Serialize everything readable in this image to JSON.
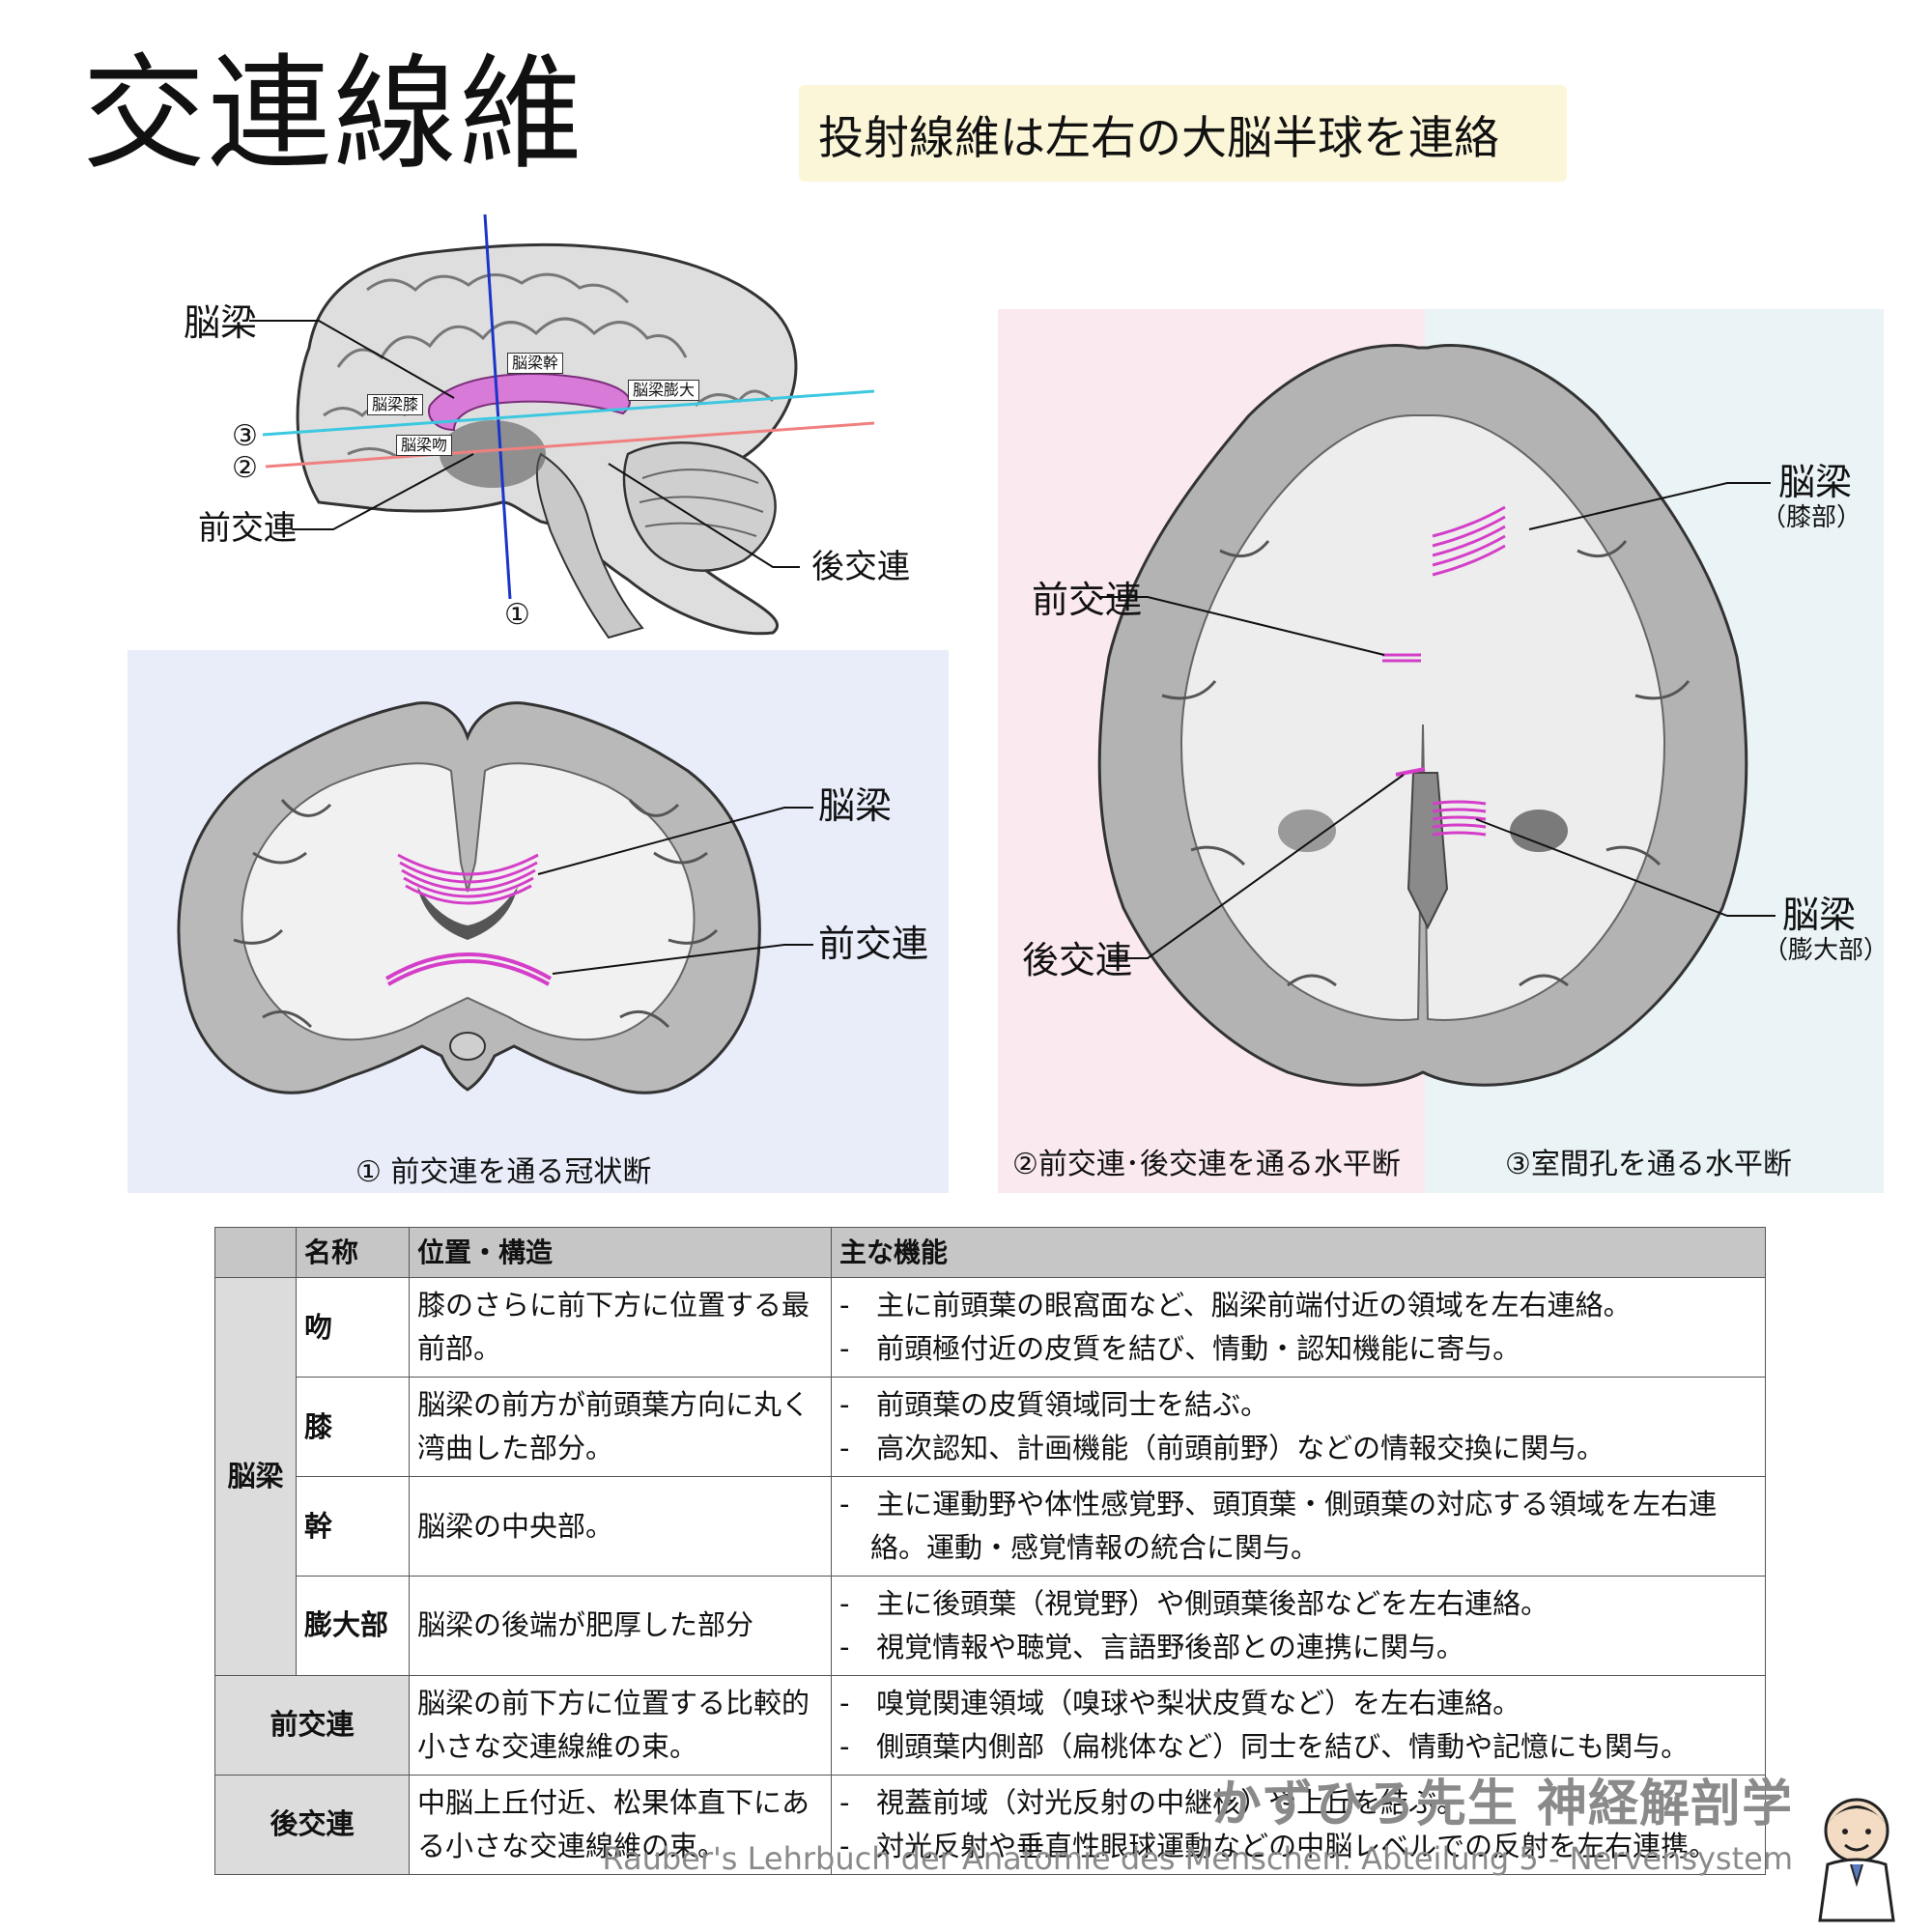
{
  "title": "交連線維",
  "subtitle": "投射線維は左右の大脳半球を連絡",
  "sagittal": {
    "labels": {
      "corpus_callosum": "脳梁",
      "trunk": "脳梁幹",
      "genu": "脳梁膝",
      "splenium": "脳梁膨大",
      "rostrum": "脳梁吻",
      "anterior_commissure": "前交連",
      "posterior_commissure": "後交連",
      "line1": "①",
      "line2": "②",
      "line3": "③"
    },
    "colors": {
      "line1": "#1b35c8",
      "line2": "#f08080",
      "line3": "#3cc8e0",
      "callosum": "#d77ad8"
    }
  },
  "coronal": {
    "caption": "① 前交連を通る冠状断",
    "labels": {
      "corpus_callosum": "脳梁",
      "anterior_commissure": "前交連"
    },
    "bg_color": "#e9edf9"
  },
  "horizontal": {
    "caption_left": "②前交連･後交連を通る水平断",
    "caption_right": "③室間孔を通る水平断",
    "labels": {
      "anterior_commissure": "前交連",
      "posterior_commissure": "後交連",
      "callosum_genu": "脳梁",
      "callosum_genu_sub": "（膝部）",
      "callosum_splenium": "脳梁",
      "callosum_splenium_sub": "（膨大部）"
    },
    "bg_left": "#fae9ef",
    "bg_right": "#eaf4f6"
  },
  "table": {
    "headers": [
      "",
      "名称",
      "位置・構造",
      "主な機能"
    ],
    "group_corpus": "脳梁",
    "rows": [
      {
        "name": "吻",
        "position": "膝のさらに前下方に位置する最前部。",
        "functions": [
          "主に前頭葉の眼窩面など、脳梁前端付近の領域を左右連絡。",
          "前頭極付近の皮質を結び、情動・認知機能に寄与。"
        ]
      },
      {
        "name": "膝",
        "position": "脳梁の前方が前頭葉方向に丸く湾曲した部分。",
        "functions": [
          "前頭葉の皮質領域同士を結ぶ。",
          "高次認知、計画機能（前頭前野）などの情報交換に関与。"
        ]
      },
      {
        "name": "幹",
        "position": "脳梁の中央部。",
        "functions": [
          "主に運動野や体性感覚野、頭頂葉・側頭葉の対応する領域を左右連絡。運動・感覚情報の統合に関与。"
        ]
      },
      {
        "name": "膨大部",
        "position": "脳梁の後端が肥厚した部分",
        "functions": [
          "主に後頭葉（視覚野）や側頭葉後部などを左右連絡。",
          "視覚情報や聴覚、言語野後部との連携に関与。"
        ]
      },
      {
        "name": "前交連",
        "position": "脳梁の前下方に位置する比較的小さな交連線維の束。",
        "functions": [
          "嗅覚関連領域（嗅球や梨状皮質など）を左右連絡。",
          "側頭葉内側部（扁桃体など）同士を結び、情動や記憶にも関与。"
        ]
      },
      {
        "name": "後交連",
        "position": "中脳上丘付近、松果体直下にある小さな交連線維の束。",
        "functions": [
          "視蓋前域（対光反射の中継核）や上丘を結ぶ。",
          "対光反射や垂直性眼球運動などの中脳レベルでの反射を左右連携。"
        ]
      }
    ]
  },
  "footer": {
    "brand": "かずひろ先生 神経解剖学",
    "source": "Rauber's Lehrbuch der Anatomie des Menschen. Abteilung 5 -  Nervensystem"
  }
}
